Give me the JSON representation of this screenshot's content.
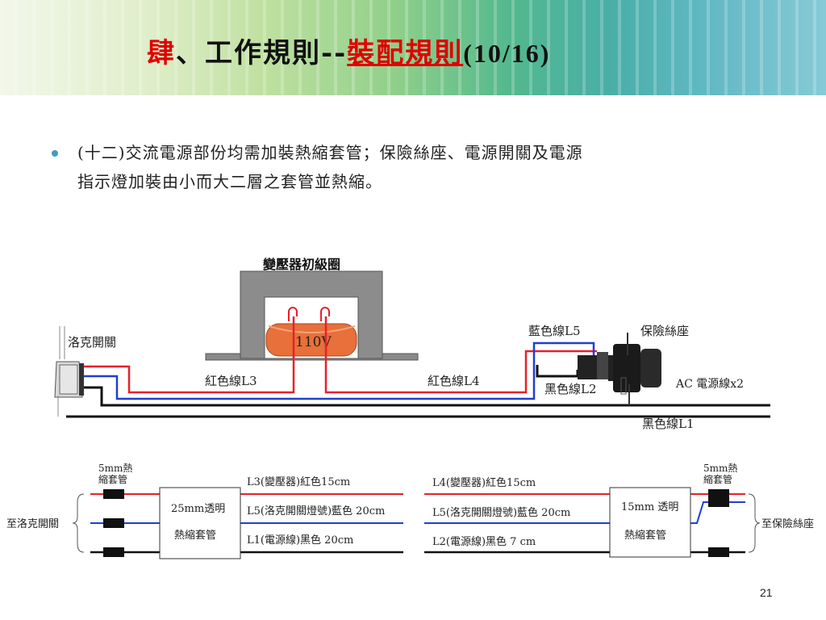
{
  "header": {
    "title_prefix": "肆、工作規則--",
    "title_highlight": "裝配規則",
    "title_page": "(10/16)"
  },
  "body": {
    "bullet_line1": "(十二)交流電源部份均需加裝熱縮套管；保險絲座、電源開關及電源",
    "bullet_line2": "指示燈加裝由小而大二層之套管並熱縮。"
  },
  "diagram_top": {
    "transformer_label": "變壓器初級圈",
    "voltage_label": "110V",
    "switch_label": "洛克開關",
    "wire_l3": "紅色線L3",
    "wire_l4": "紅色線L4",
    "wire_l5": "藍色線L5",
    "fuse_holder": "保險絲座",
    "wire_l2": "黑色線L2",
    "ac_cord": "AC 電源線x2",
    "wire_l1": "黑色線L1"
  },
  "diagram_left": {
    "heat_tube_small": "5mm熱",
    "heat_tube_small2": "縮套管",
    "heat_tube_big1": "25mm透明",
    "heat_tube_big2": "熱縮套管",
    "to_switch": "至洛克開關",
    "l3": "L3(變壓器)紅色15cm",
    "l5": "L5(洛克開關燈號)藍色 20cm",
    "l1": "L1(電源線)黑色 20cm"
  },
  "diagram_right": {
    "heat_tube_small": "5mm熱",
    "heat_tube_small2": "縮套管",
    "heat_tube_big1": "15mm 透明",
    "heat_tube_big2": "熱縮套管",
    "to_fuse": "至保險絲座",
    "l4": "L4(變壓器)紅色15cm",
    "l5": "L5(洛克開關燈號)藍色 20cm",
    "l2": "L2(電源線)黑色 7 cm"
  },
  "footer": {
    "page_number": "21"
  },
  "colors": {
    "red": "#e8202a",
    "blue": "#1f3fd0",
    "black": "#111111",
    "orange": "#e8703a"
  }
}
